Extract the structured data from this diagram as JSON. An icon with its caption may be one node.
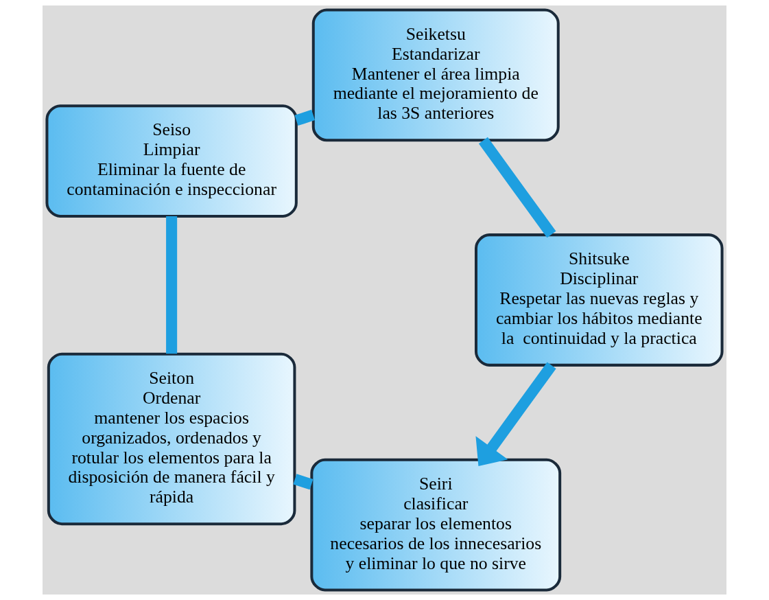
{
  "diagram": {
    "nodes": [
      {
        "text": [
          "Seiri",
          "clasificar",
          "separar los elementos necesarios de los innecesarios y eliminar lo que no sirve"
        ]
      },
      {
        "text": [
          "Seiton",
          "Ordenar",
          "mantener los espacios organizados, ordenados y rotular los elementos para la disposición de manera fácil y rápida"
        ]
      },
      {
        "text": [
          "Seiso",
          "Limpiar",
          "Eliminar la fuente de contaminación e inspeccionar"
        ]
      },
      {
        "text": [
          "Seiketsu",
          "Estandarizar",
          "Mantener el área limpia mediante el mejoramiento de las 3S anteriores"
        ]
      },
      {
        "text": [
          "Shitsuke",
          "Disciplinar",
          "Respetar las nuevas reglas y cambiar los hábitos mediante la  continuidad y la practica"
        ]
      }
    ],
    "edges": [
      {
        "from": 0,
        "to": 1,
        "arrow": "none"
      },
      {
        "from": 1,
        "to": 2,
        "arrow": "none"
      },
      {
        "from": 2,
        "to": 3,
        "arrow": "none"
      },
      {
        "from": 3,
        "to": 4,
        "arrow": "none"
      },
      {
        "from": 4,
        "to": 0,
        "arrow": "to"
      }
    ]
  }
}
